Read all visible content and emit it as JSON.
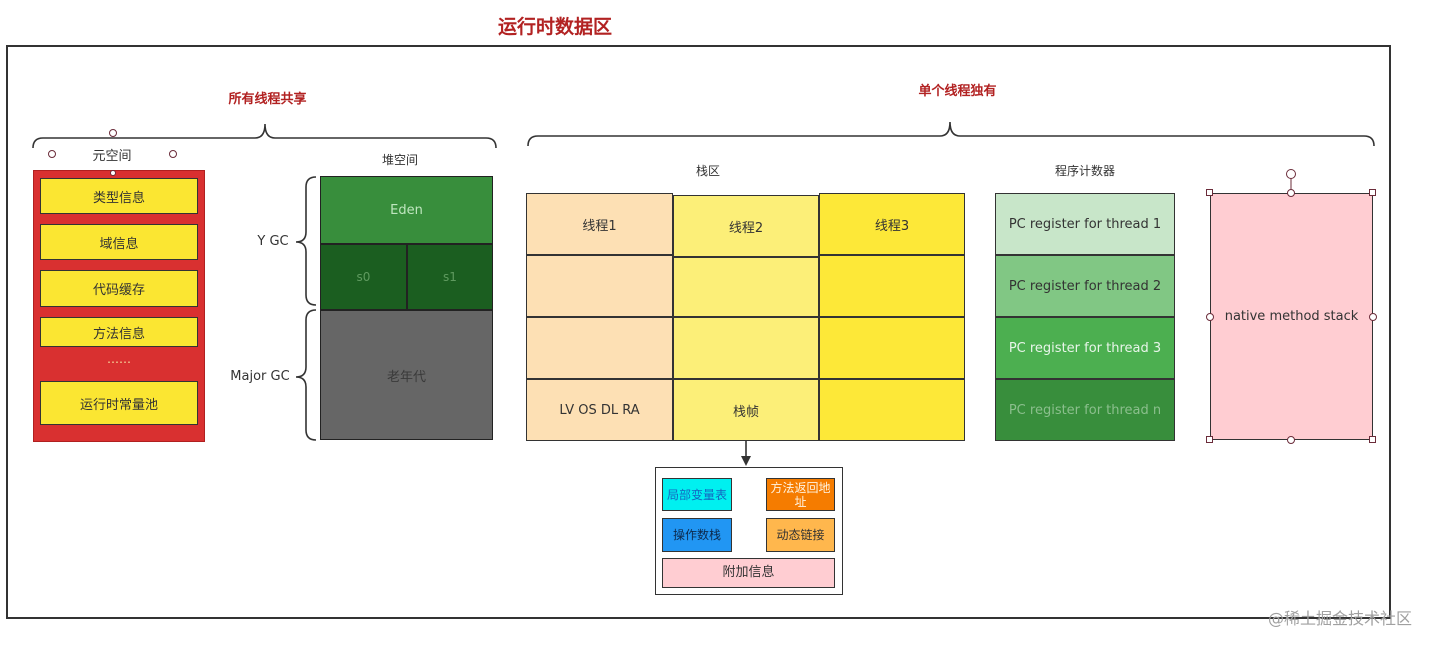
{
  "title": "运行时数据区",
  "shared": {
    "heading": "所有线程共享",
    "metaspace": {
      "label": "元空间",
      "items": [
        "类型信息",
        "域信息",
        "代码缓存",
        "方法信息",
        "……",
        "运行时常量池"
      ]
    },
    "heap": {
      "label": "堆空间",
      "eden": "Eden",
      "s0": "s0",
      "s1": "s1",
      "old": "老年代",
      "ygc": "Y GC",
      "majorgc": "Major GC"
    }
  },
  "private": {
    "heading": "单个线程独有",
    "stack": {
      "label": "栈区",
      "threads": [
        "线程1",
        "线程2",
        "线程3"
      ],
      "frame_row": [
        "LV OS DL RA",
        "栈帧",
        ""
      ]
    },
    "pc": {
      "label": "程序计数器",
      "items": [
        "PC register for thread 1",
        "PC register for thread 2",
        "PC register for thread 3",
        "PC register for thread n"
      ]
    },
    "native": "native method stack"
  },
  "frame_detail": {
    "local_vars": "局部变量表",
    "return_addr": "方法返回地址",
    "operand_stack": "操作数栈",
    "dynamic_link": "动态链接",
    "extra_info": "附加信息"
  },
  "watermark": "@稀土掘金技术社区",
  "colors": {
    "title_red": "#b22222",
    "metaspace_red": "#d93030",
    "item_yellow": "#fbe632",
    "eden_green": "#388e3c",
    "survivor_green": "#1b5e20",
    "old_gray": "#666666",
    "native_pink": "#ffcdd2"
  }
}
